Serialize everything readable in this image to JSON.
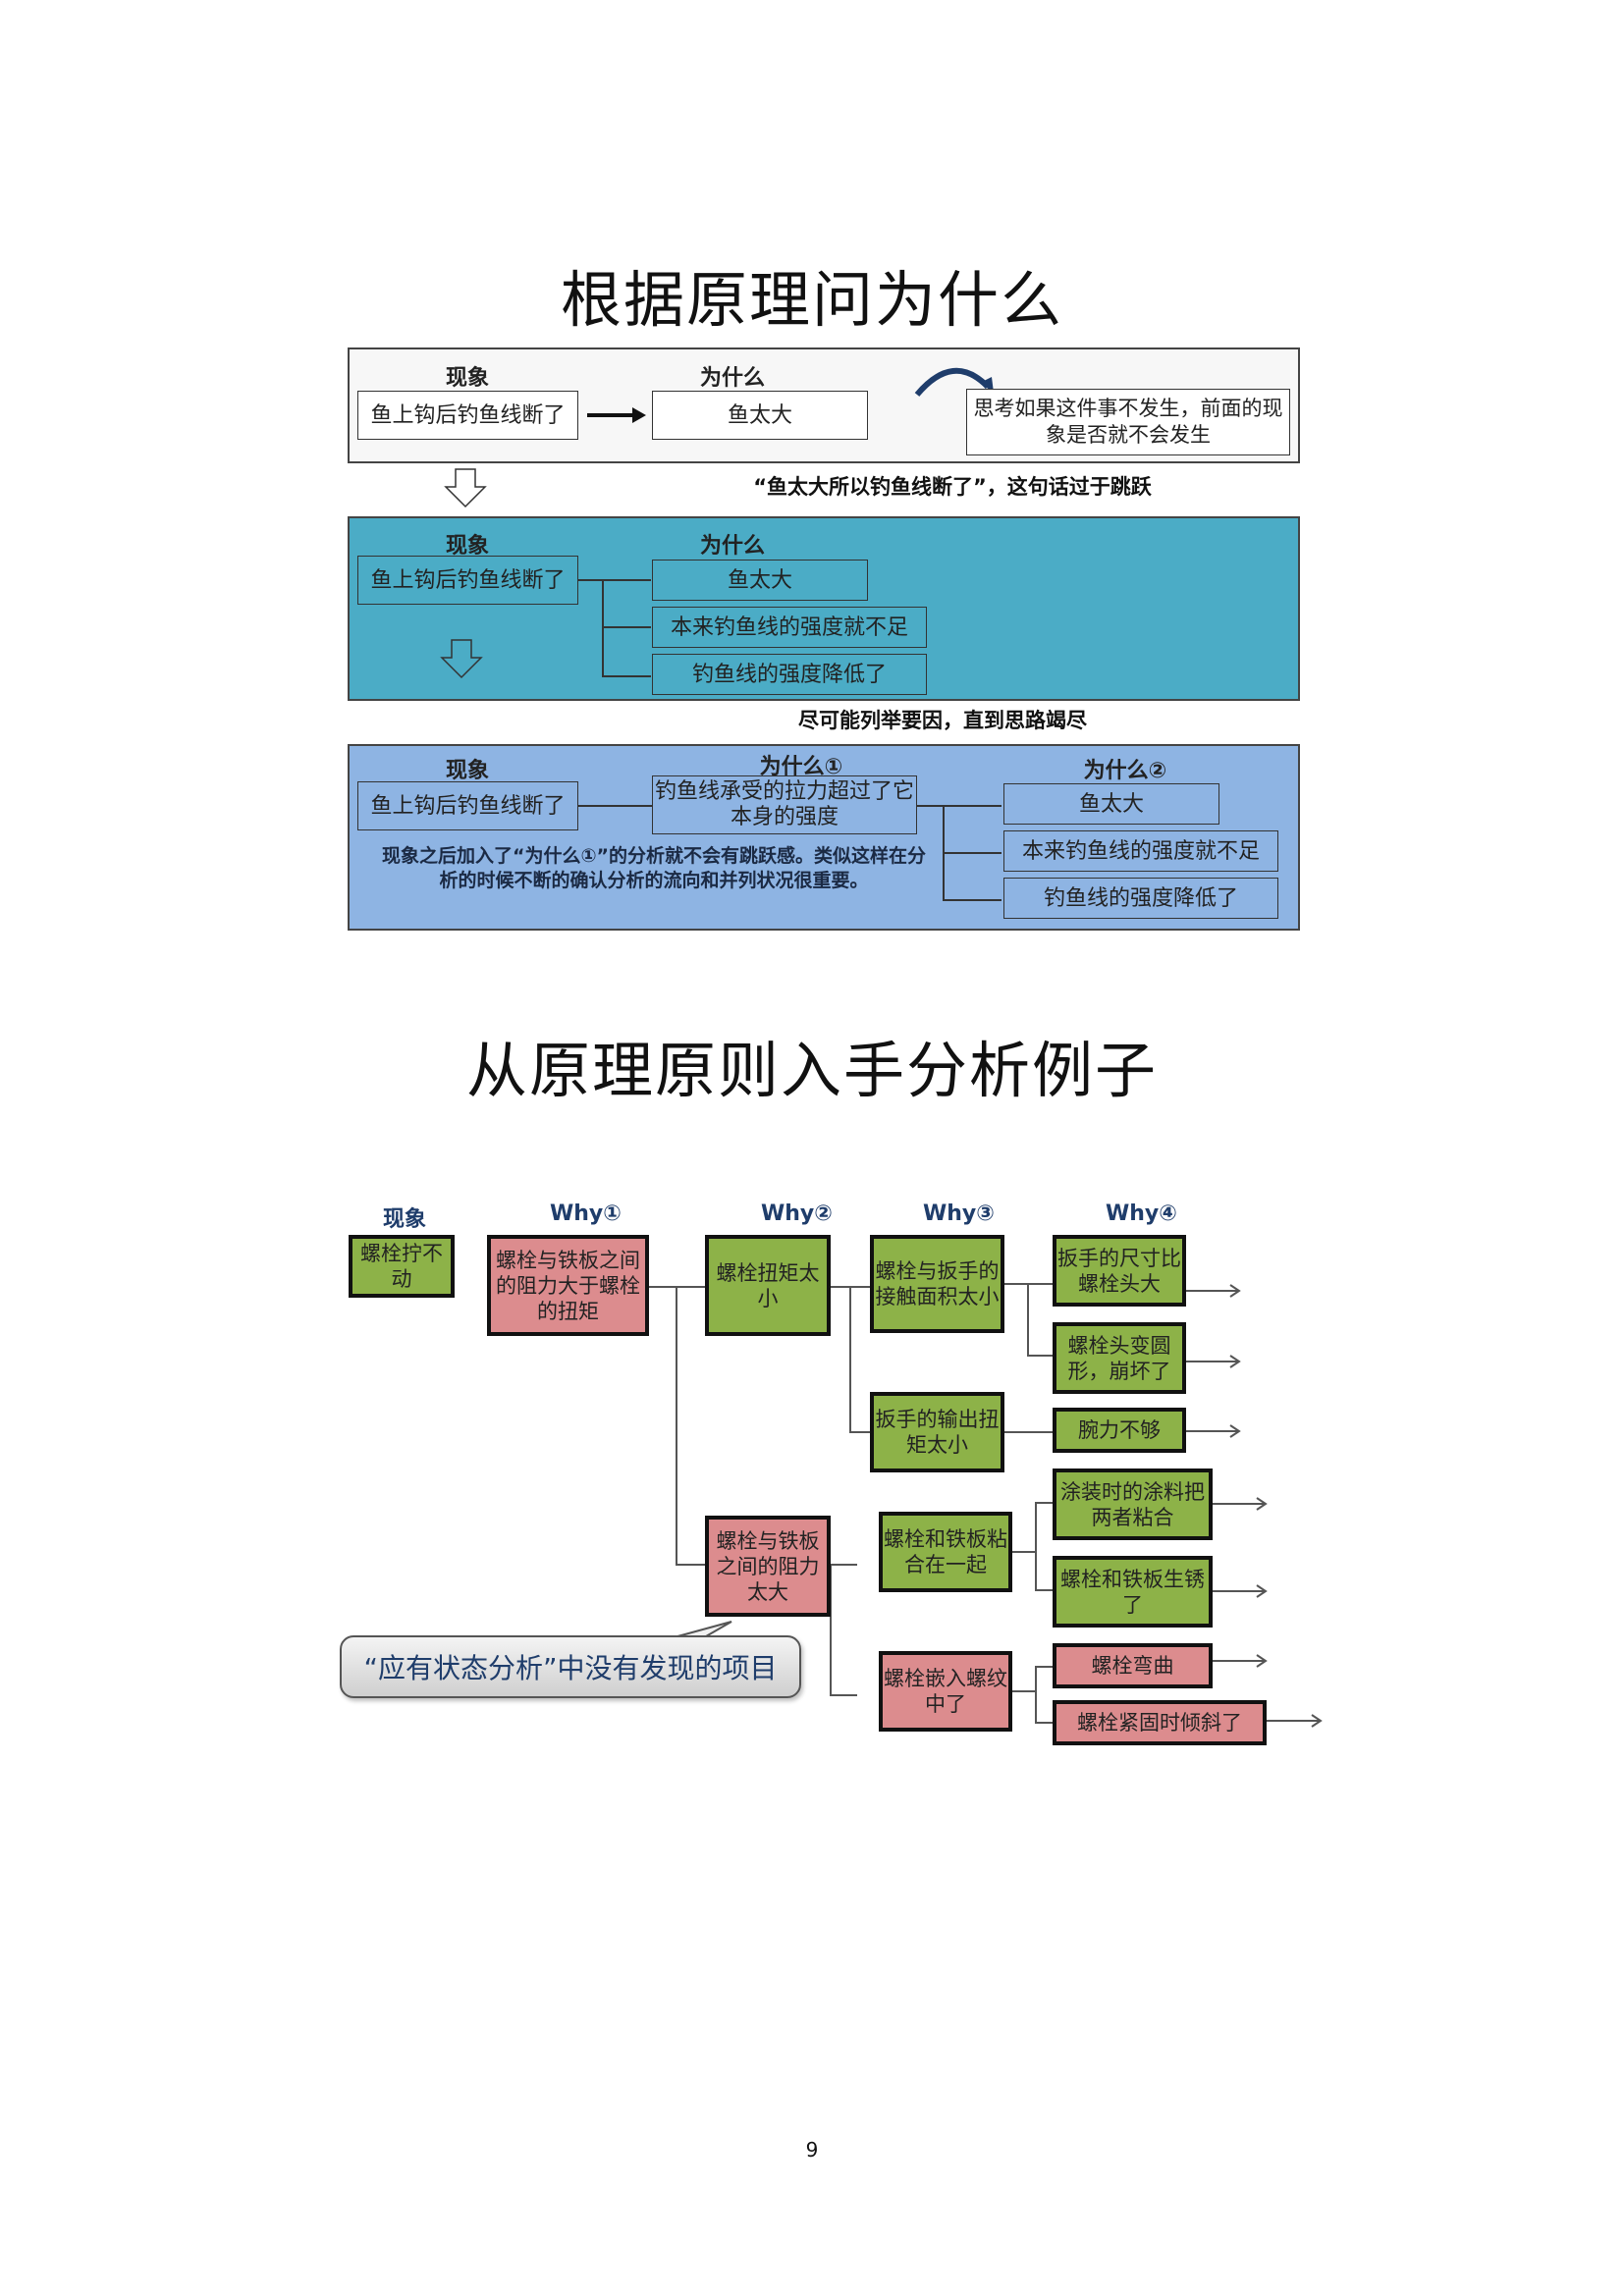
{
  "section1": {
    "title": "根据原理问为什么",
    "panel1": {
      "header_phenomenon": "现象",
      "header_why": "为什么",
      "phenomenon": "鱼上钩后钓鱼线断了",
      "why": "鱼太大",
      "thought": "思考如果这件事不发生，前面的现象是否就不会发生"
    },
    "note1": "“鱼太大所以钓鱼线断了”，这句话过于跳跃",
    "panel2": {
      "header_phenomenon": "现象",
      "header_why": "为什么",
      "phenomenon": "鱼上钩后钓鱼线断了",
      "whys": [
        "鱼太大",
        "本来钓鱼线的强度就不足",
        "钓鱼线的强度降低了"
      ],
      "bg_color": "#4bacc6"
    },
    "note2": "尽可能列举要因，直到思路竭尽",
    "panel3": {
      "header_phenomenon": "现象",
      "header_why1": "为什么①",
      "header_why2": "为什么②",
      "phenomenon": "鱼上钩后钓鱼线断了",
      "why1": "钓鱼线承受的拉力超过了它本身的强度",
      "whys2": [
        "鱼太大",
        "本来钓鱼线的强度就不足",
        "钓鱼线的强度降低了"
      ],
      "explanation": "现象之后加入了“为什么①”的分析就不会有跳跃感。类似这样在分析的时候不断的确认分析的流向和并列状况很重要。",
      "bg_color": "#8eb4e3"
    }
  },
  "section2": {
    "title": "从原理原则入手分析例子",
    "headers": {
      "phenomenon": "现象",
      "why1": "Why①",
      "why2": "Why②",
      "why3": "Why③",
      "why4": "Why④"
    },
    "colors": {
      "green": "#8db248",
      "pink": "#dc8c8e"
    },
    "nodes": {
      "phenomenon": "螺栓拧不动",
      "why1": "螺栓与铁板之间的阻力大于螺栓的扭矩",
      "why2_a": "螺栓扭矩太小",
      "why2_b": "螺栓与铁板之间的阻力太大",
      "why3_a": "螺栓与扳手的接触面积太小",
      "why3_b": "扳手的输出扭矩太小",
      "why3_c": "螺栓和铁板粘合在一起",
      "why3_d": "螺栓嵌入螺纹中了",
      "why4_a": "扳手的尺寸比螺栓头大",
      "why4_b": "螺栓头变圆形，崩坏了",
      "why4_c": "腕力不够",
      "why4_d": "涂装时的涂料把两者粘合",
      "why4_e": "螺栓和铁板生锈了",
      "why4_f": "螺栓弯曲",
      "why4_g": "螺栓紧固时倾斜了"
    },
    "callout": "“应有状态分析”中没有发现的项目"
  },
  "page_number": "9"
}
